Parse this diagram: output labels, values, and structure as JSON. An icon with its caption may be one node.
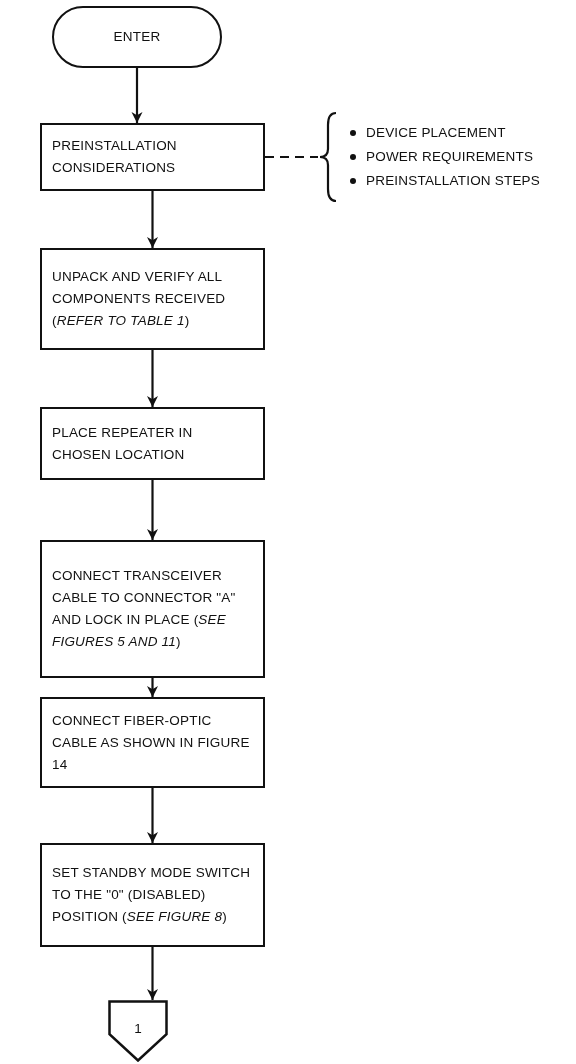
{
  "diagram": {
    "nodes": [
      {
        "text": [
          "ENTER"
        ]
      },
      {
        "text": [
          "PREINSTALLATION CONSIDERATIONS"
        ]
      },
      {
        "text": [
          "DEVICE PLACEMENT",
          "POWER REQUIREMENTS",
          "PREINSTALLATION STEPS"
        ]
      },
      {
        "text": [
          "UNPACK AND VERIFY ALL COMPONENTS RECEIVED (*REFER TO TABLE 1*)"
        ]
      },
      {
        "text": [
          "PLACE REPEATER IN CHOSEN LOCATION"
        ]
      },
      {
        "text": [
          "CONNECT TRANSCEIVER CABLE TO CONNECTOR \"A\" AND LOCK IN PLACE (*SEE FIGURES 5 AND 11*)"
        ]
      },
      {
        "text": [
          "CONNECT FIBER-OPTIC CABLE AS SHOWN IN FIGURE 14"
        ]
      },
      {
        "text": [
          "SET STANDBY MODE SWITCH TO THE \"0\" (DISABLED) POSITION (*SEE FIGURE 8*)"
        ]
      },
      {
        "text": [
          "1"
        ]
      }
    ],
    "edges": [
      {
        "from": 0,
        "to": 1,
        "arrow": "to"
      },
      {
        "from": 1,
        "to": 2,
        "arrow": "none",
        "style": "dashed"
      },
      {
        "from": 1,
        "to": 3,
        "arrow": "to"
      },
      {
        "from": 3,
        "to": 4,
        "arrow": "to"
      },
      {
        "from": 4,
        "to": 5,
        "arrow": "to"
      },
      {
        "from": 5,
        "to": 6,
        "arrow": "to"
      },
      {
        "from": 6,
        "to": 7,
        "arrow": "to"
      },
      {
        "from": 7,
        "to": 8,
        "arrow": "to"
      }
    ]
  }
}
